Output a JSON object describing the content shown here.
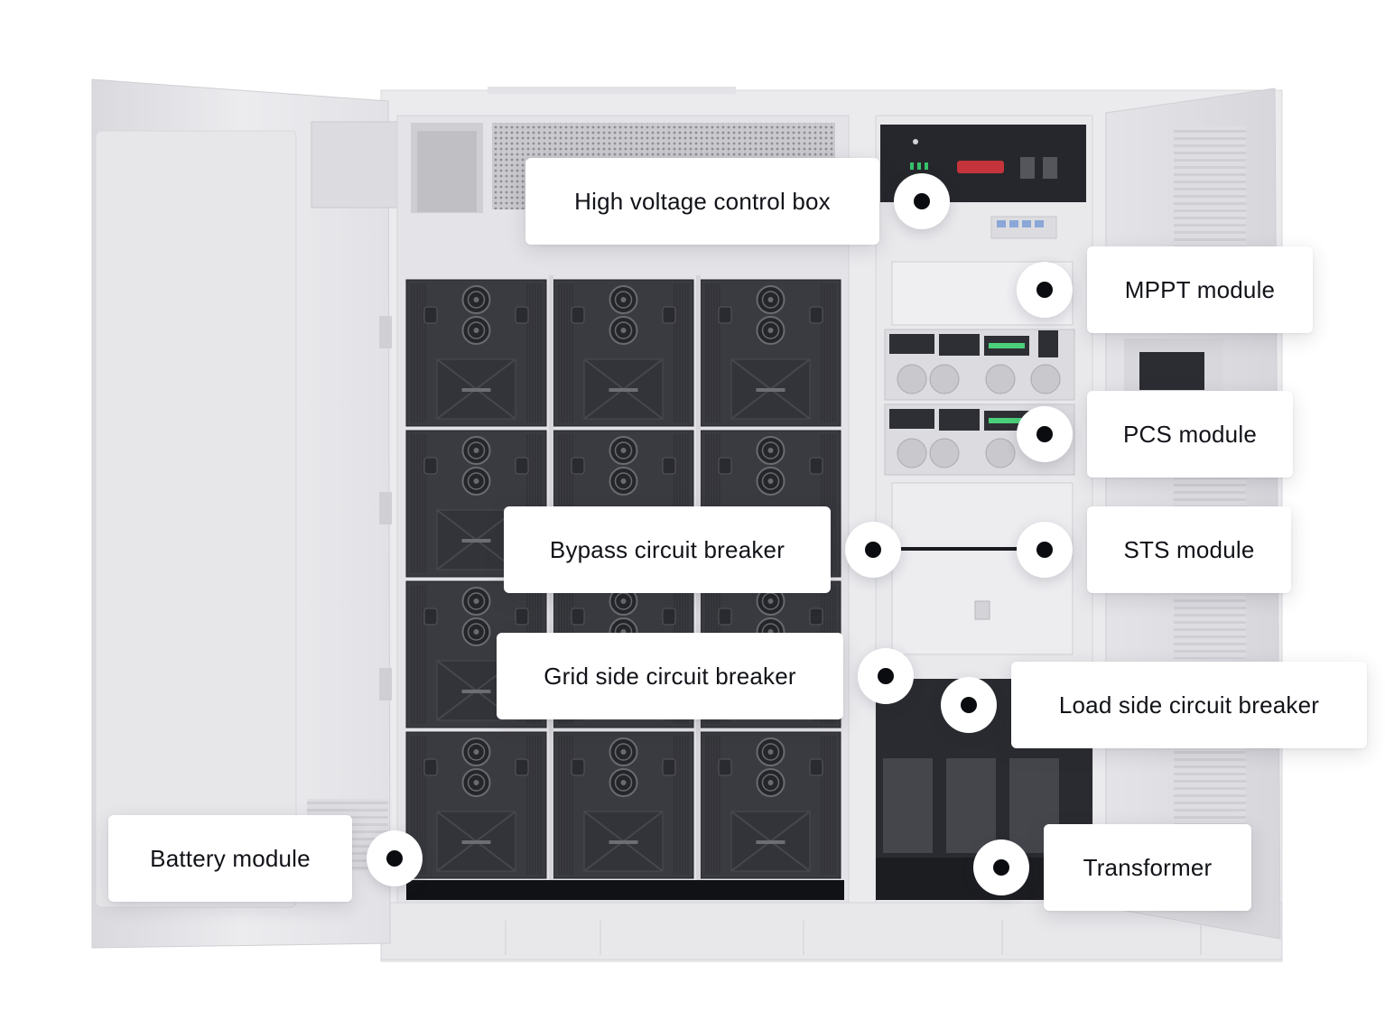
{
  "labels": {
    "high_voltage_control_box": "High voltage control box",
    "mppt_module": "MPPT module",
    "pcs_module": "PCS module",
    "bypass_circuit_breaker": "Bypass circuit breaker",
    "sts_module": "STS module",
    "grid_side_circuit_breaker": "Grid side circuit breaker",
    "load_side_circuit_breaker": "Load side circuit breaker",
    "battery_module": "Battery module",
    "transformer": "Transformer"
  },
  "colors": {
    "cabinet_body": "#ececef",
    "battery_dark": "#3a3b40",
    "marker_dot": "#0b0c10"
  }
}
